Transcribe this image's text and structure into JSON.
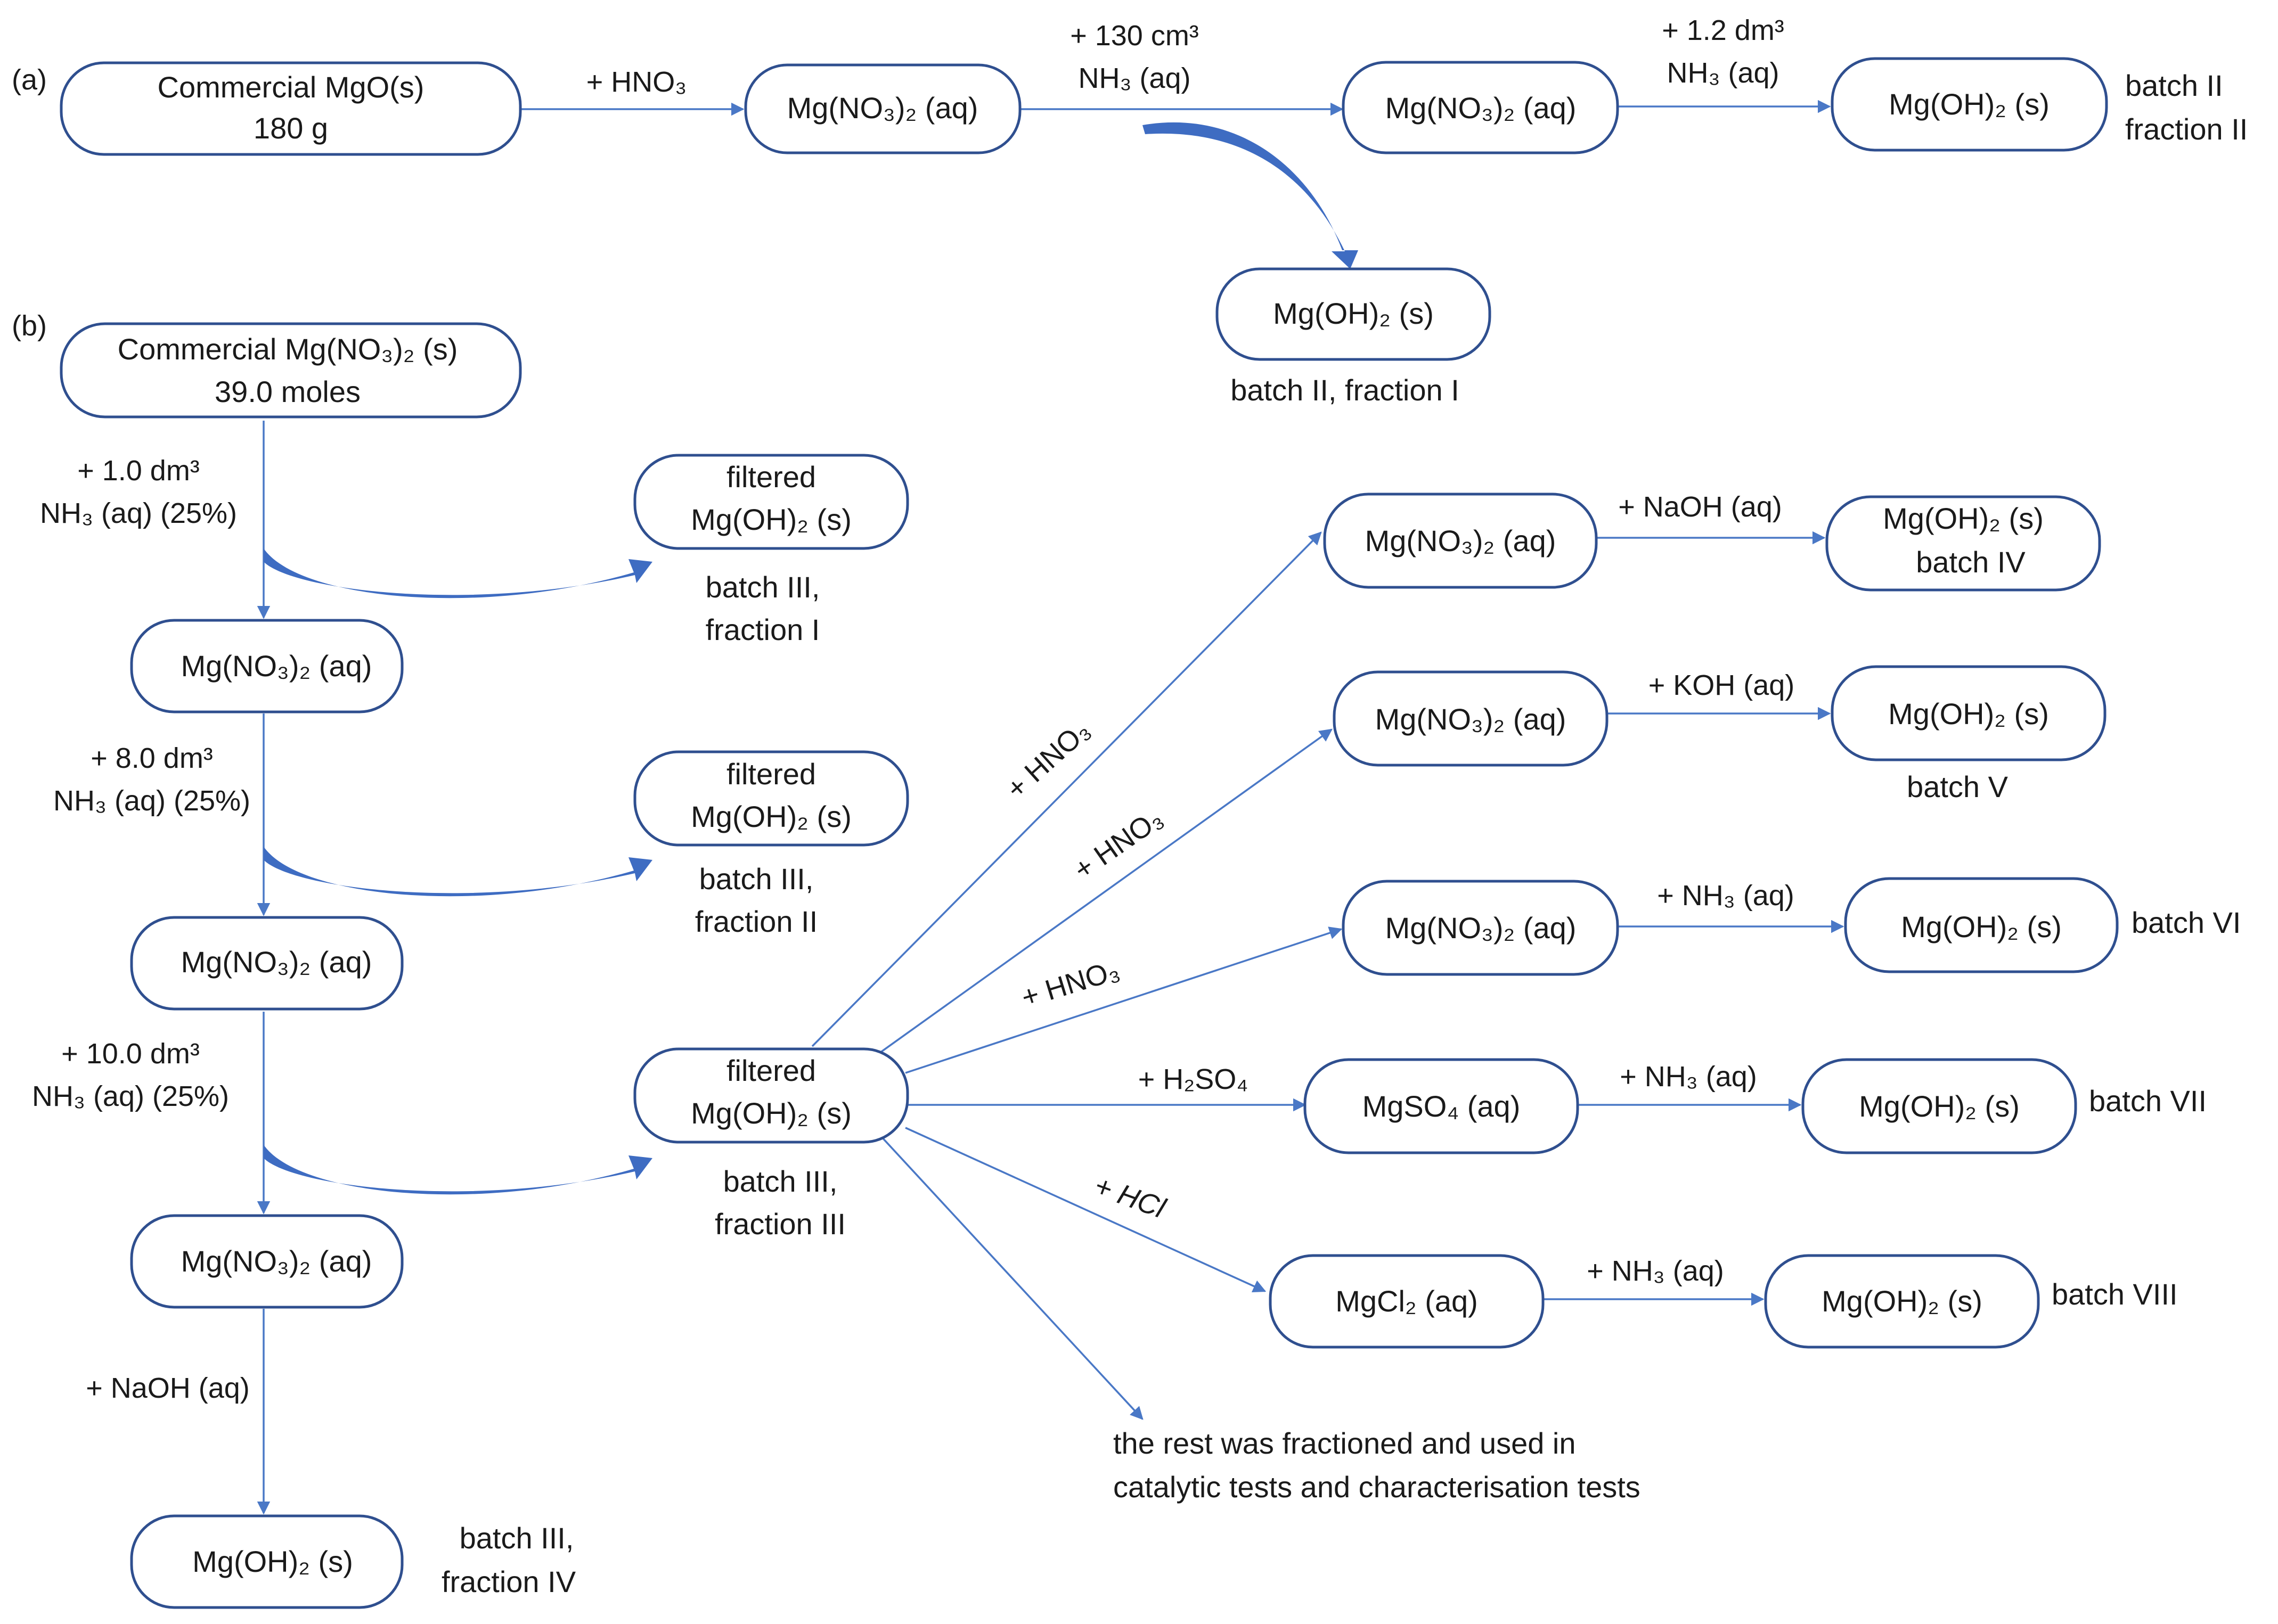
{
  "panels": {
    "a": "(a)",
    "b": "(b)"
  },
  "nodes": {
    "a_mgo": {
      "l1": "Commercial MgO(s)",
      "l2": "180 g"
    },
    "a_nitrate1": {
      "l1": "Mg(NO₃)₂ (aq)"
    },
    "a_nitrate2": {
      "l1": "Mg(NO₃)₂ (aq)"
    },
    "a_hydroxide_f2": {
      "l1": "Mg(OH)₂ (s)"
    },
    "a_hydroxide_f1": {
      "l1": "Mg(OH)₂ (s)"
    },
    "b_commercial": {
      "l1": "Commercial Mg(NO₃)₂ (s)",
      "l2": "39.0 moles"
    },
    "b_filtered1": {
      "l1": "filtered",
      "l2": "Mg(OH)₂ (s)"
    },
    "b_nitrate1": {
      "l1": "Mg(NO₃)₂ (aq)"
    },
    "b_filtered2": {
      "l1": "filtered",
      "l2": "Mg(OH)₂ (s)"
    },
    "b_nitrate2": {
      "l1": "Mg(NO₃)₂ (aq)"
    },
    "b_filtered3": {
      "l1": "filtered",
      "l2": "Mg(OH)₂ (s)"
    },
    "b_nitrate3": {
      "l1": "Mg(NO₃)₂ (aq)"
    },
    "b_hydroxide_f4": {
      "l1": "Mg(OH)₂ (s)"
    },
    "b_nitrate_iv": {
      "l1": "Mg(NO₃)₂ (aq)"
    },
    "b_hydroxide_iv": {
      "l1": "Mg(OH)₂ (s)",
      "l2": "batch IV"
    },
    "b_nitrate_v": {
      "l1": "Mg(NO₃)₂ (aq)"
    },
    "b_hydroxide_v": {
      "l1": "Mg(OH)₂ (s)"
    },
    "b_nitrate_vi": {
      "l1": "Mg(NO₃)₂ (aq)"
    },
    "b_hydroxide_vi": {
      "l1": "Mg(OH)₂ (s)"
    },
    "b_sulfate": {
      "l1": "MgSO₄ (aq)"
    },
    "b_hydroxide_vii": {
      "l1": "Mg(OH)₂ (s)"
    },
    "b_chloride": {
      "l1": "MgCl₂ (aq)"
    },
    "b_hydroxide_viii": {
      "l1": "Mg(OH)₂ (s)"
    }
  },
  "reagents": {
    "a_hno3": "+ HNO₃",
    "a_nh3_130_l1": "+ 130 cm³",
    "a_nh3_130_l2": "NH₃ (aq)",
    "a_nh3_12_l1": "+ 1.2 dm³",
    "a_nh3_12_l2": "NH₃ (aq)",
    "b_nh3_1_l1": "+ 1.0 dm³",
    "b_nh3_1_l2": "NH₃ (aq) (25%)",
    "b_nh3_8_l1": "+ 8.0 dm³",
    "b_nh3_8_l2": "NH₃ (aq) (25%)",
    "b_nh3_10_l1": "+ 10.0 dm³",
    "b_nh3_10_l2": "NH₃ (aq) (25%)",
    "b_naoh_down": "+ NaOH (aq)",
    "b_hno3_iv": "+ HNO₃",
    "b_hno3_v": "+ HNO₃",
    "b_hno3_vi": "+ HNO₃",
    "b_h2so4": "+  H₂SO₄",
    "b_hcl": "+ HCl",
    "b_naoh_iv": "+ NaOH (aq)",
    "b_koh_v": "+ KOH (aq)",
    "b_nh3_vi": "+  NH₃ (aq)",
    "b_nh3_vii": "+ NH₃ (aq)",
    "b_nh3_viii": "+ NH₃ (aq)"
  },
  "labels": {
    "a_f2_l1": "batch II",
    "a_f2_l2": "fraction II",
    "a_f1": "batch II, fraction I",
    "b_f1_l1": "batch III,",
    "b_f1_l2": "fraction I",
    "b_f2_l1": "batch III,",
    "b_f2_l2": "fraction II",
    "b_f3_l1": "batch III,",
    "b_f3_l2": "fraction III",
    "b_f4_l1": "batch III,",
    "b_f4_l2": "fraction IV",
    "b_v": "batch V",
    "b_vi": "batch VI",
    "b_vii": "batch VII",
    "b_viii": "batch VIII",
    "b_rest_l1": "the rest was fractioned and used in",
    "b_rest_l2": "catalytic tests and characterisation tests"
  },
  "colors": {
    "box_stroke": "#2f4f8f",
    "arrow": "#4a78c6",
    "curl": "#3e6cc2"
  }
}
